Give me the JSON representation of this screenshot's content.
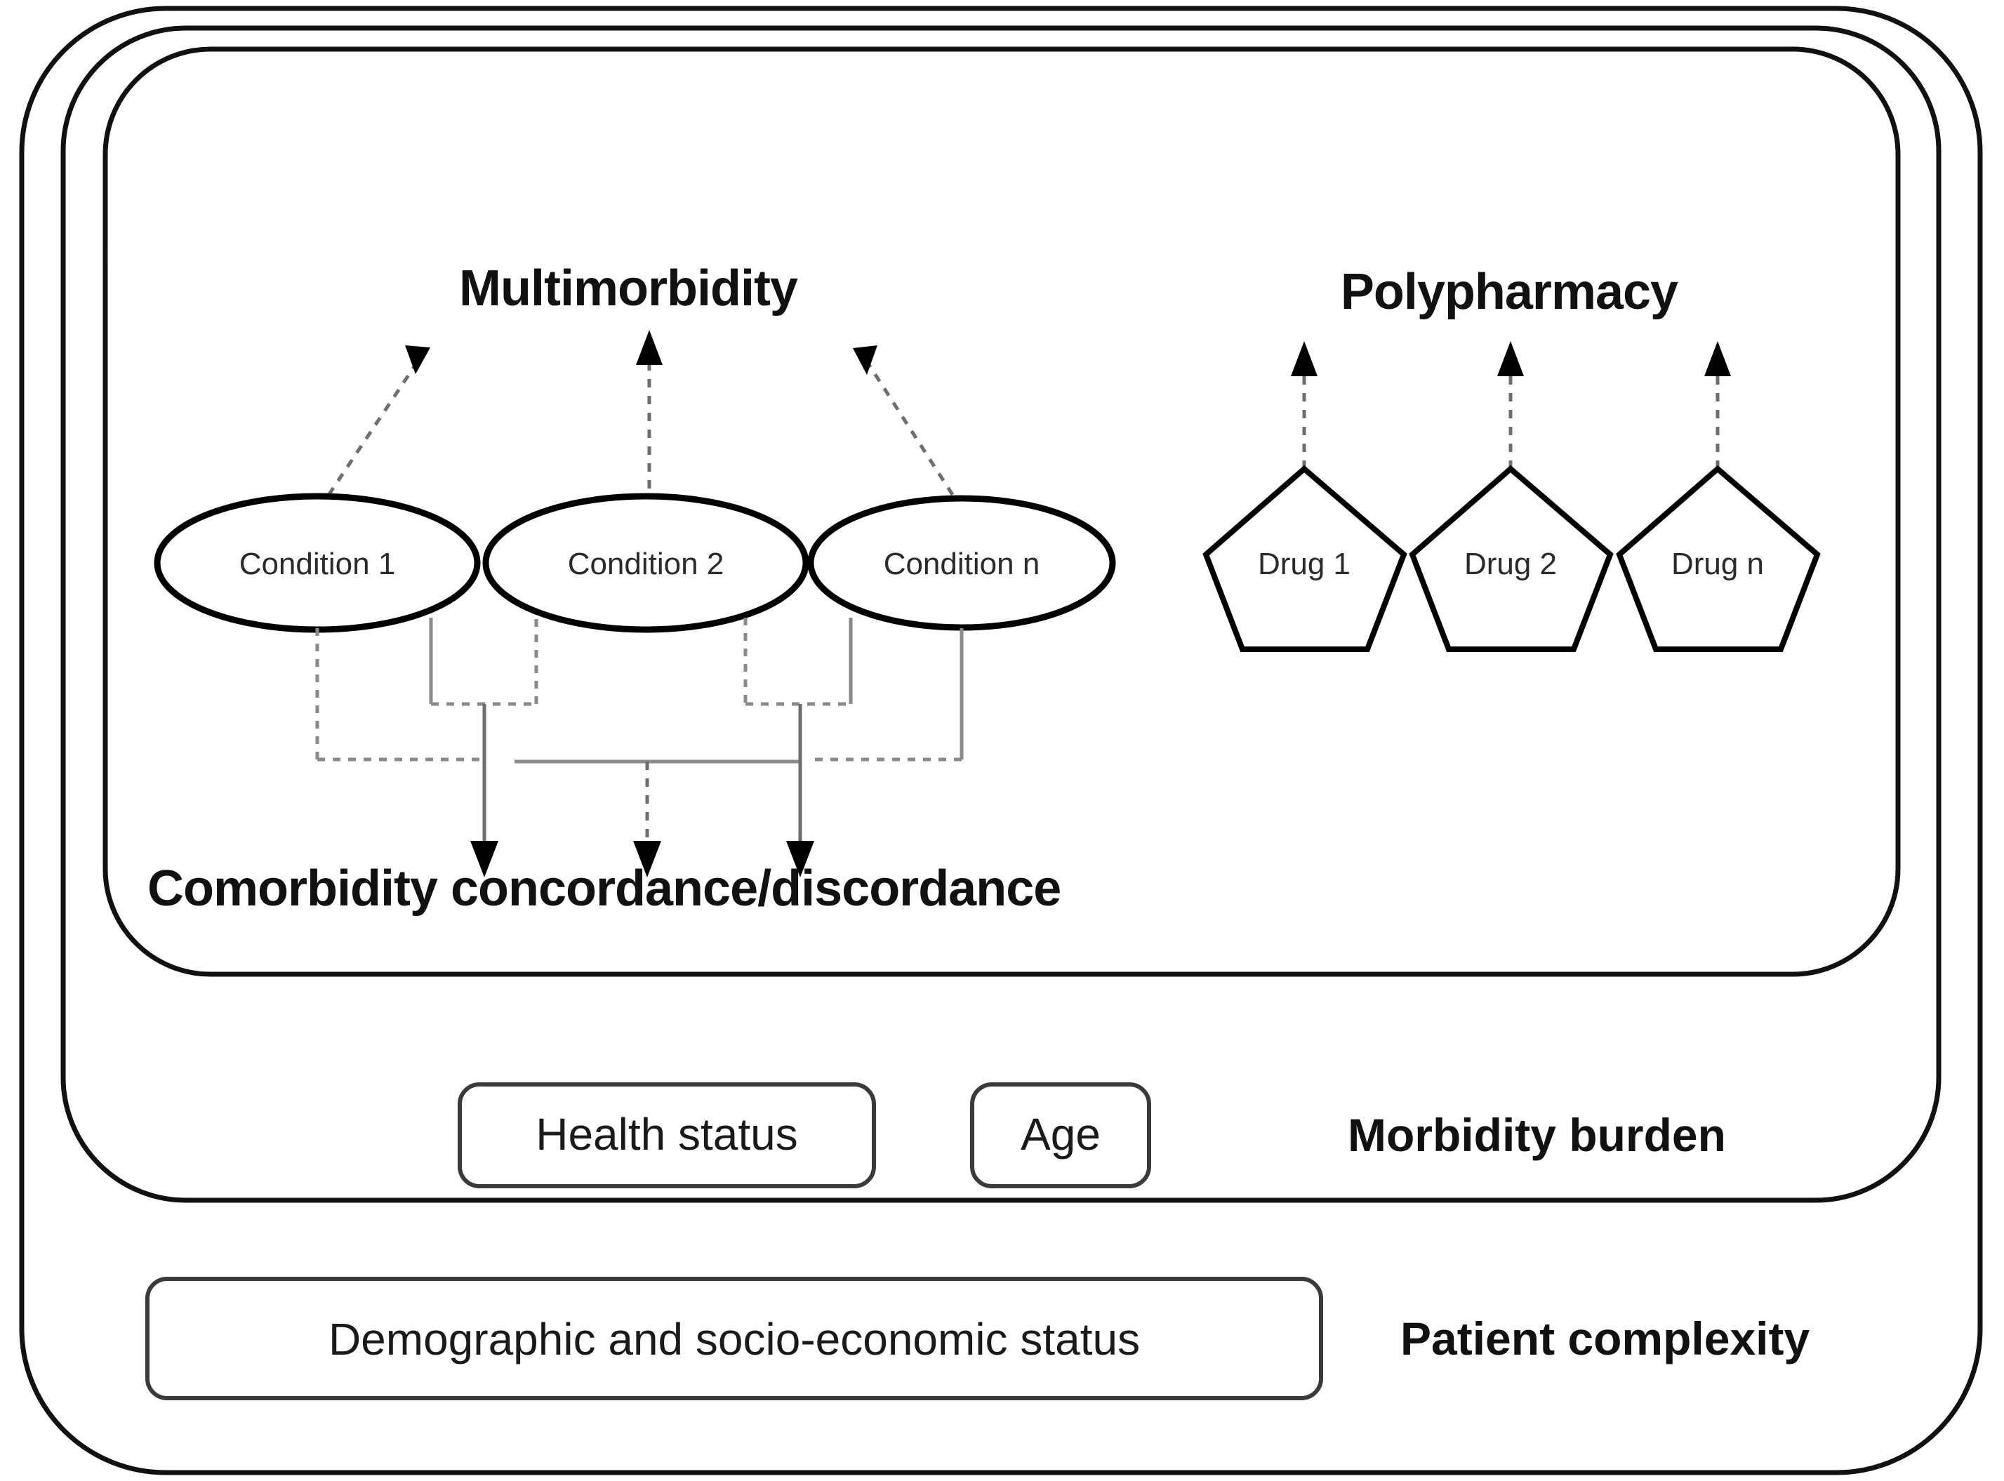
{
  "diagram": {
    "title": "Patient complexity conceptual framework",
    "frames": [
      {
        "name": "patient-complexity-frame",
        "label": "Patient complexity"
      },
      {
        "name": "morbidity-burden-frame",
        "label": "Morbidity burden"
      },
      {
        "name": "multimorbidity-polypharmacy-frame",
        "label": ""
      }
    ],
    "headings": {
      "multimorbidity": "Multimorbidity",
      "polypharmacy": "Polypharmacy",
      "comorbidity": "Comorbidity concordance/discordance"
    },
    "conditions": [
      {
        "id": "condition-1",
        "label": "Condition 1"
      },
      {
        "id": "condition-2",
        "label": "Condition 2"
      },
      {
        "id": "condition-n",
        "label": "Condition n"
      }
    ],
    "drugs": [
      {
        "id": "drug-1",
        "label": "Drug 1"
      },
      {
        "id": "drug-2",
        "label": "Drug 2"
      },
      {
        "id": "drug-n",
        "label": "Drug n"
      }
    ],
    "attribute_boxes": [
      {
        "id": "health-status",
        "label": "Health status"
      },
      {
        "id": "age",
        "label": "Age"
      },
      {
        "id": "demographic-socioeconomic",
        "label": "Demographic and socio-economic status"
      }
    ],
    "section_labels": {
      "morbidity_burden": "Morbidity burden",
      "patient_complexity": "Patient complexity"
    },
    "colors": {
      "stroke": "#111111",
      "connector": "#8a8a8a",
      "text": "#111111",
      "background": "#ffffff"
    }
  }
}
